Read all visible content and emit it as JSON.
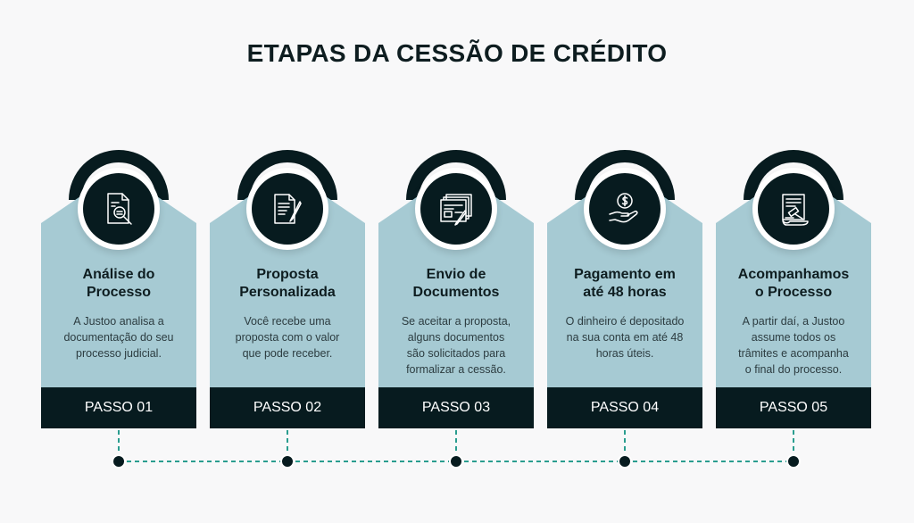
{
  "title": "ETAPAS DA CESSÃO DE CRÉDITO",
  "colors": {
    "dark": "#071b1f",
    "card": "#a6cad3",
    "timeline": "#2a9d8f",
    "background": "#f8f8f9"
  },
  "steps": [
    {
      "icon": "document-search-icon",
      "title_line1": "Análise do",
      "title_line2": "Processo",
      "desc_lines": [
        "A Justoo analisa a",
        "documentação do seu",
        "processo judicial."
      ],
      "footer": "PASSO 01"
    },
    {
      "icon": "document-pen-icon",
      "title_line1": "Proposta",
      "title_line2": "Personalizada",
      "desc_lines": [
        "Você recebe uma",
        "proposta com o valor",
        "que pode receber."
      ],
      "footer": "PASSO 02"
    },
    {
      "icon": "documents-stack-icon",
      "title_line1": "Envio de",
      "title_line2": "Documentos",
      "desc_lines": [
        "Se aceitar a proposta,",
        "alguns documentos",
        "são solicitados para",
        "formalizar a cessão."
      ],
      "footer": "PASSO 03"
    },
    {
      "icon": "hand-coin-icon",
      "title_line1": "Pagamento em",
      "title_line2": "até 48 horas",
      "desc_lines": [
        "O dinheiro é depositado",
        "na sua conta em até 48",
        "horas úteis."
      ],
      "footer": "PASSO 04"
    },
    {
      "icon": "document-gavel-icon",
      "title_line1": "Acompanhamos",
      "title_line2": "o Processo",
      "desc_lines": [
        "A partir daí, a Justoo",
        "assume todos os",
        "trâmites e acompanha",
        "o final do processo."
      ],
      "footer": "PASSO 05"
    }
  ]
}
